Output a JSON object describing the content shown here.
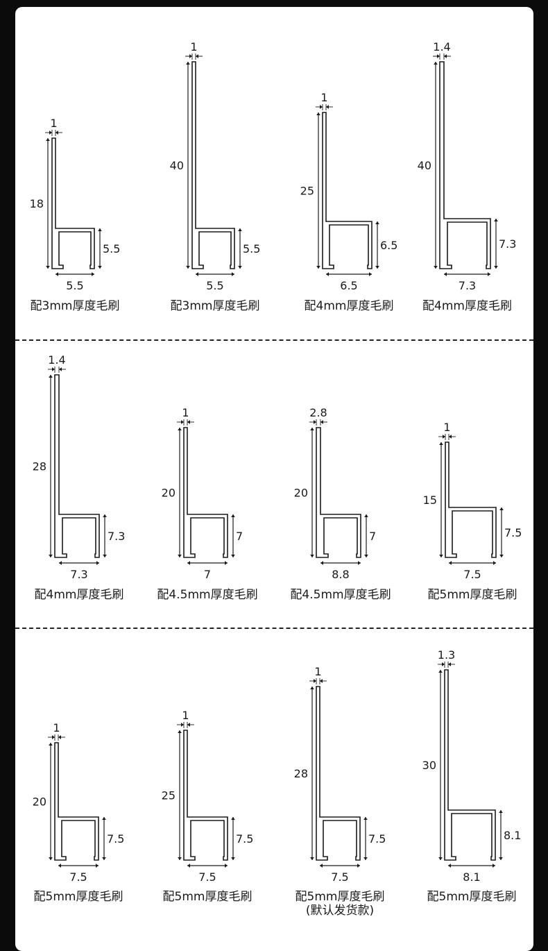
{
  "profiles": [
    {
      "thickness": "1",
      "height": "18",
      "depth": "5.5",
      "width": "5.5",
      "caption": "配3mm厚度毛刷"
    },
    {
      "thickness": "1",
      "height": "40",
      "depth": "5.5",
      "width": "5.5",
      "caption": "配3mm厚度毛刷"
    },
    {
      "thickness": "1",
      "height": "25",
      "depth": "6.5",
      "width": "6.5",
      "caption": "配4mm厚度毛刷"
    },
    {
      "thickness": "1.4",
      "height": "40",
      "depth": "7.3",
      "width": "7.3",
      "caption": "配4mm厚度毛刷"
    },
    {
      "thickness": "1.4",
      "height": "28",
      "depth": "7.3",
      "width": "7.3",
      "caption": "配4mm厚度毛刷"
    },
    {
      "thickness": "1",
      "height": "20",
      "depth": "7",
      "width": "7",
      "caption": "配4.5mm厚度毛刷"
    },
    {
      "thickness": "2.8",
      "height": "20",
      "depth": "7",
      "width": "8.8",
      "caption": "配4.5mm厚度毛刷"
    },
    {
      "thickness": "1",
      "height": "15",
      "depth": "7.5",
      "width": "7.5",
      "caption": "配5mm厚度毛刷"
    },
    {
      "thickness": "1",
      "height": "20",
      "depth": "7.5",
      "width": "7.5",
      "caption": "配5mm厚度毛刷"
    },
    {
      "thickness": "1",
      "height": "25",
      "depth": "7.5",
      "width": "7.5",
      "caption": "配5mm厚度毛刷"
    },
    {
      "thickness": "1",
      "height": "28",
      "depth": "7.5",
      "width": "7.5",
      "caption": "配5mm厚度毛刷",
      "note": "(默认发货款)"
    },
    {
      "thickness": "1.3",
      "height": "30",
      "depth": "8.1",
      "width": "8.1",
      "caption": "配5mm厚度毛刷"
    }
  ],
  "colors": {
    "background": "#0b0b0b",
    "panel": "#ffffff",
    "line": "#1a1a1a"
  }
}
